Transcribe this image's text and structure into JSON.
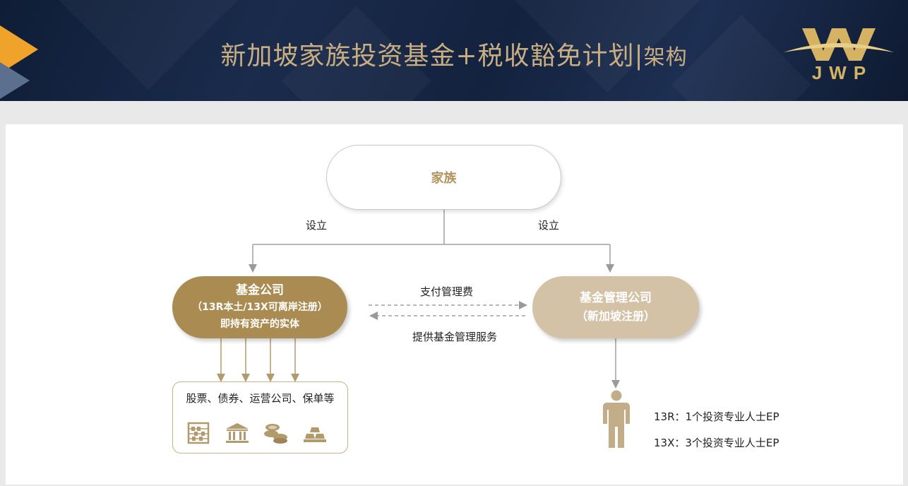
{
  "header": {
    "title_main": "新加坡家族投资基金+税收豁免计划",
    "title_suffix": "架构",
    "logo_text": "JWP"
  },
  "diagram": {
    "family": "家族",
    "setup_left": "设立",
    "setup_right": "设立",
    "fund_company": {
      "line1": "基金公司",
      "line2": "（13R本土/13X可离岸注册）",
      "line3": "即持有资产的实体"
    },
    "management_company": {
      "line1": "基金管理公司",
      "line2": "（新加坡注册）"
    },
    "pay_fee": "支付管理费",
    "provide_service": "提供基金管理服务",
    "assets": {
      "label": "股票、债券、运营公司、保单等",
      "icons": [
        "abacus-icon",
        "bank-icon",
        "coins-icon",
        "gold-bars-icon"
      ]
    },
    "ep_requirements": [
      "13R：1个投资专业人士EP",
      "13X：3个投资专业人士EP"
    ],
    "colors": {
      "gold": "#aa8c52",
      "light_gold": "#d4c2a7",
      "arrow": "#9a9a9a"
    }
  }
}
